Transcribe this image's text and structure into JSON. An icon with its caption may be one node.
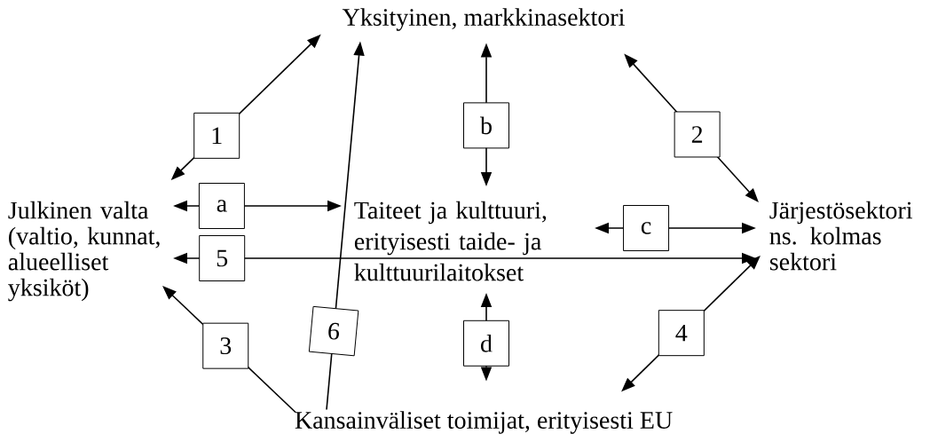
{
  "diagram": {
    "nodes": [
      {
        "text": [
          "Yksityinen, markkinasektori"
        ]
      },
      {
        "text": [
          "Julkinen valta (valtio, kunnat, alueelliset yksiköt)"
        ]
      },
      {
        "text": [
          "Taiteet ja kulttuuri, erityisesti taide- ja kulttuurilaitokset"
        ]
      },
      {
        "text": [
          "Järjestösektori ns. kolmas sektori"
        ]
      },
      {
        "text": [
          "Kansainväliset toimijat, erityisesti EU"
        ]
      }
    ],
    "edges": [
      {
        "from": 1,
        "to": 0,
        "arrow": "both",
        "label": "1"
      },
      {
        "from": 0,
        "to": 3,
        "arrow": "both",
        "label": "2"
      },
      {
        "from": 4,
        "to": 1,
        "arrow": "to",
        "label": "3"
      },
      {
        "from": 3,
        "to": 4,
        "arrow": "both",
        "label": "4"
      },
      {
        "from": 1,
        "to": 3,
        "arrow": "both",
        "label": "5"
      },
      {
        "from": 4,
        "to": 0,
        "arrow": "to",
        "label": "6"
      },
      {
        "from": 1,
        "to": 2,
        "arrow": "both",
        "label": "a"
      },
      {
        "from": 2,
        "to": 0,
        "arrow": "both",
        "label": "b"
      },
      {
        "from": 2,
        "to": 3,
        "arrow": "both",
        "label": "c"
      },
      {
        "from": 2,
        "to": 4,
        "arrow": "both",
        "label": "d"
      }
    ]
  }
}
